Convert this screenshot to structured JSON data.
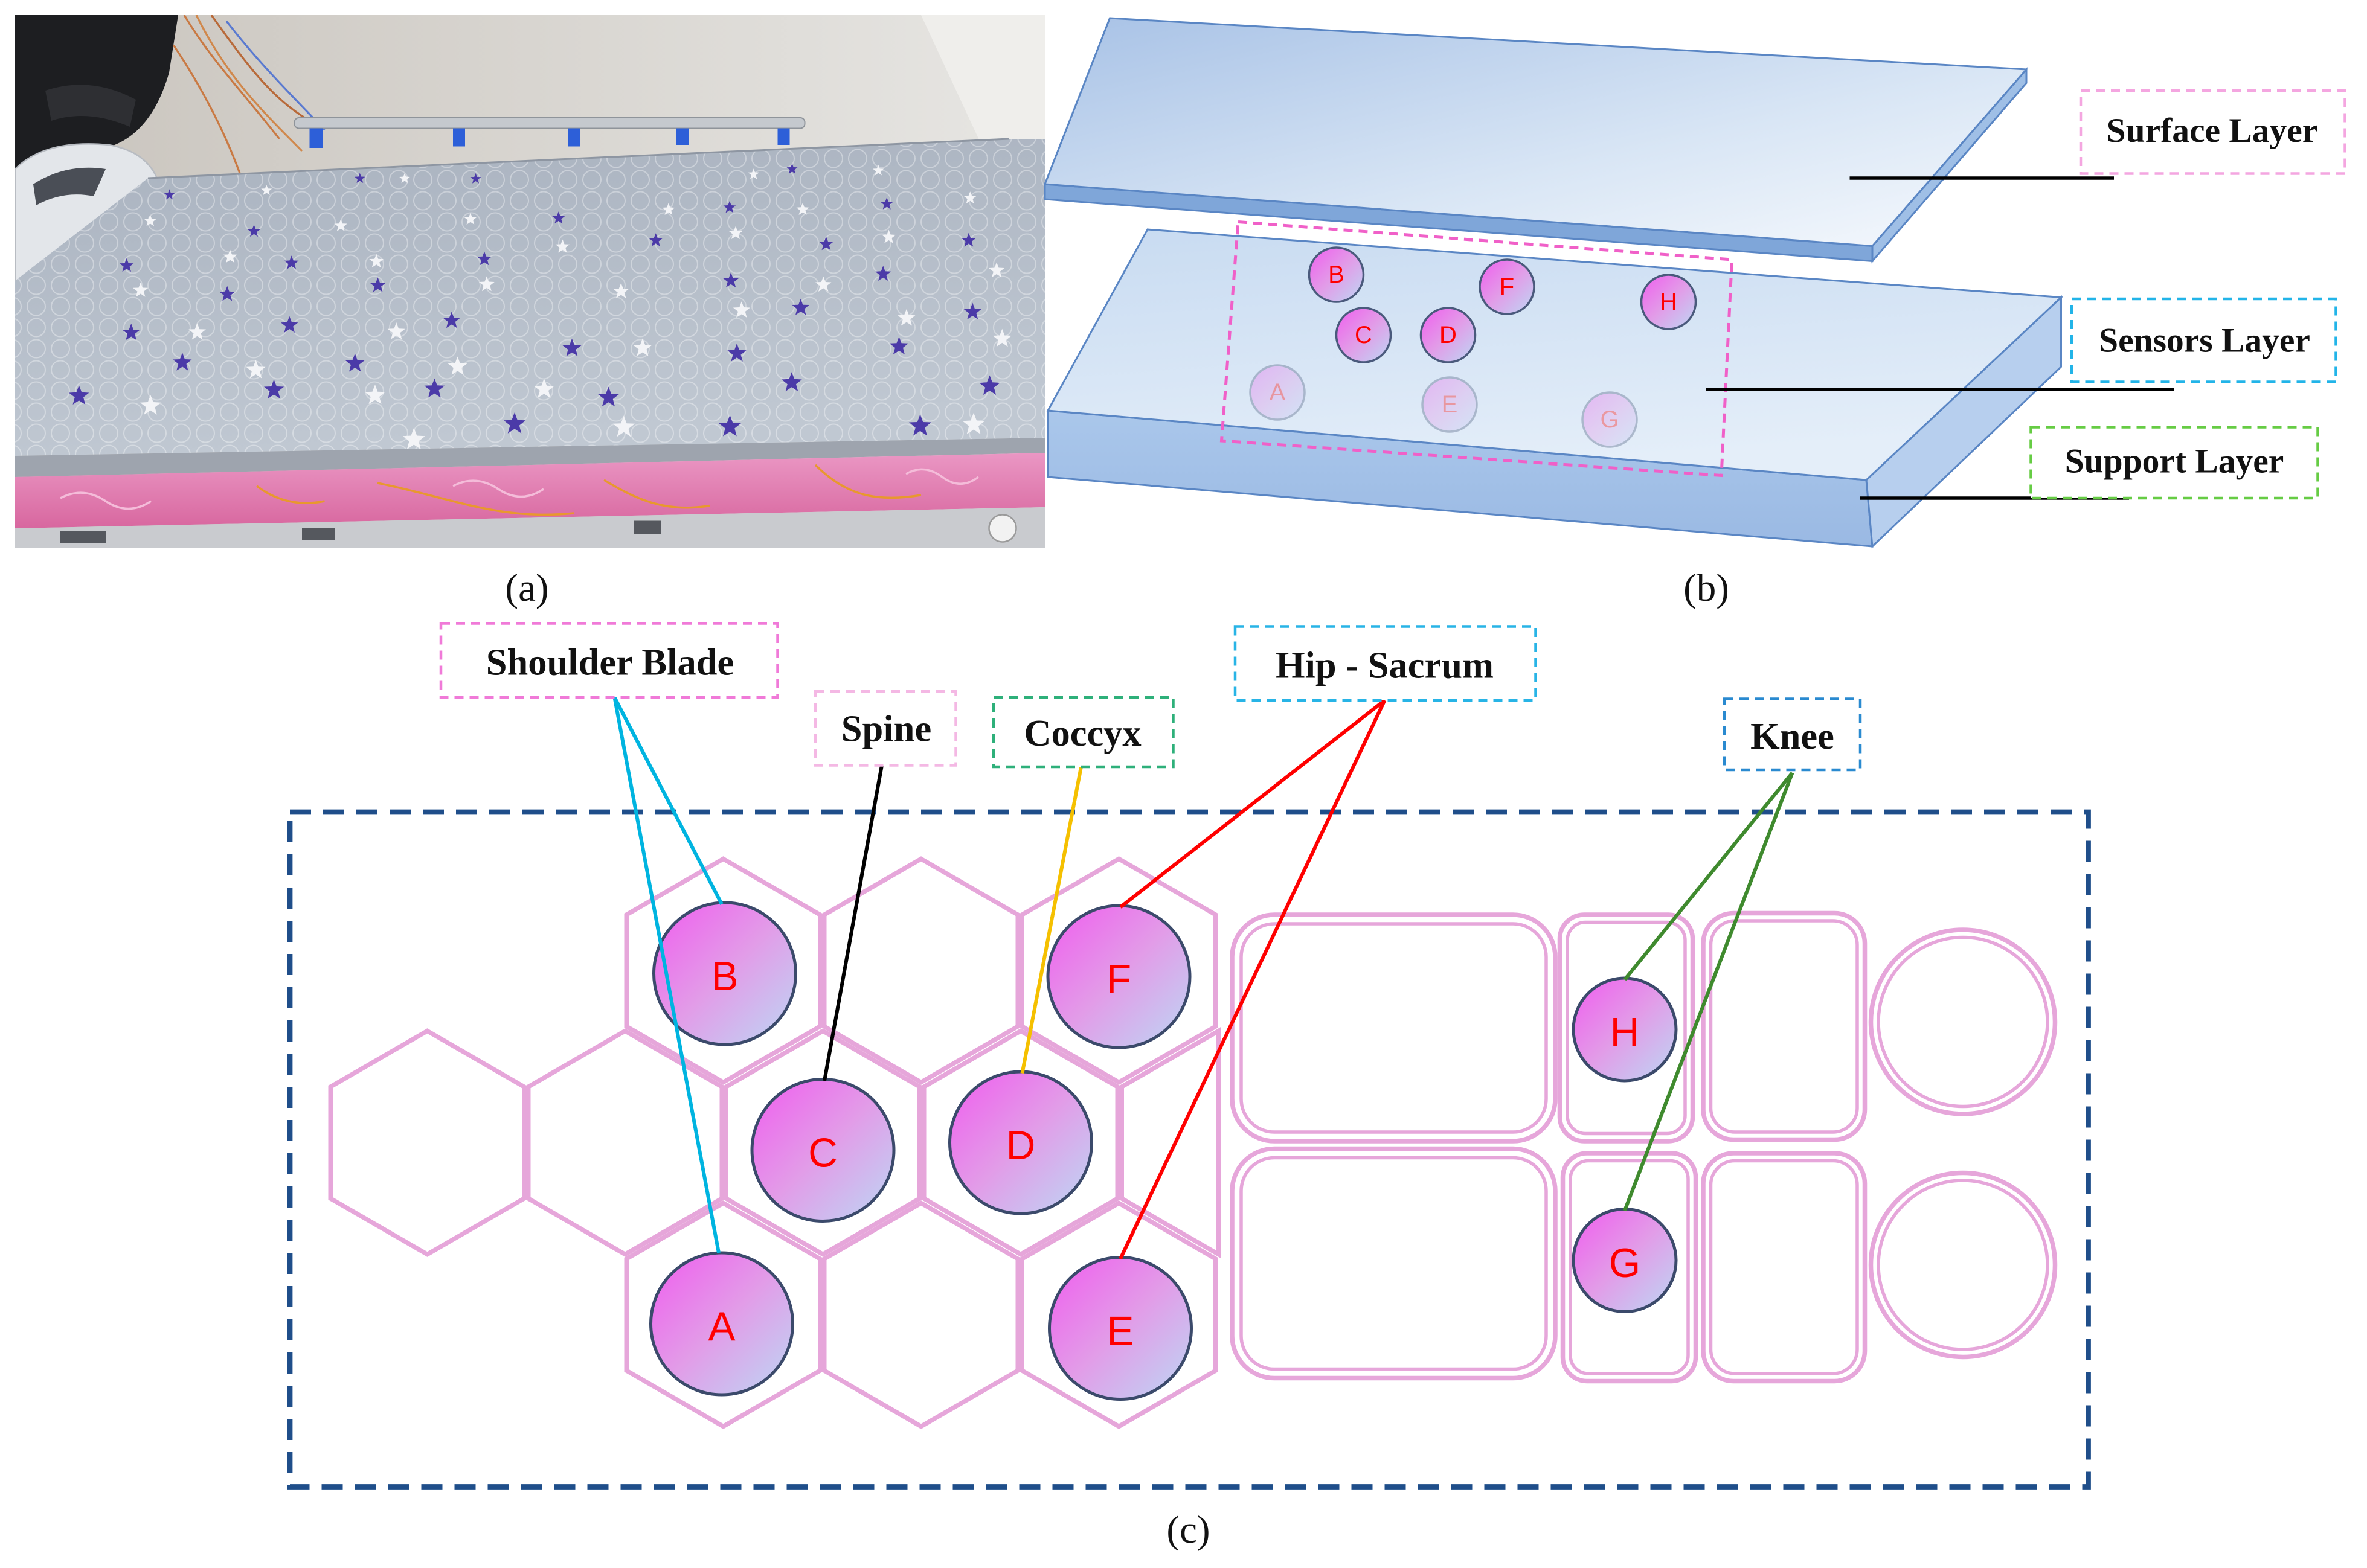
{
  "figure": {
    "panel_a": {
      "caption": "(a)"
    },
    "panel_b": {
      "caption": "(b)",
      "layers": {
        "surface": "Surface Layer",
        "sensors": "Sensors Layer",
        "support": "Support Layer"
      }
    },
    "panel_c": {
      "caption": "(c)",
      "regions": {
        "shoulder_blade": "Shoulder Blade",
        "spine": "Spine",
        "coccyx": "Coccyx",
        "hip_sacrum": "Hip - Sacrum",
        "knee": "Knee"
      }
    },
    "sensors": {
      "A": "A",
      "B": "B",
      "C": "C",
      "D": "D",
      "E": "E",
      "F": "F",
      "G": "G",
      "H": "H"
    }
  },
  "colors": {
    "frame": "#1f4e8a",
    "hex_outline": "#e6a6da",
    "sensor_letter": "#ff0000",
    "surface_box": "#f4a6e0",
    "sensors_box": "#22b4e8",
    "support_box": "#66cc44",
    "shoulder_blade": "#00b4e0",
    "spine": "#000000",
    "coccyx": "#f5c000",
    "hip_sacrum": "#ff0000",
    "knee": "#3f8a2e",
    "shoulder_blade_box": "#f07ad8",
    "spine_box": "#f4b8e4",
    "coccyx_box": "#2eb07a",
    "hip_sacrum_box": "#28b4e6",
    "knee_box": "#2a8ad0"
  }
}
